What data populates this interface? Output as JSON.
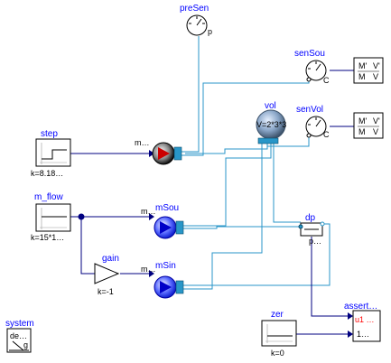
{
  "components": {
    "preSen": {
      "name": "preSen",
      "port": "p"
    },
    "senSou": {
      "name": "senSou",
      "port": "C"
    },
    "vol": {
      "name": "vol",
      "value": "V=2*3*3"
    },
    "senVol": {
      "name": "senVol",
      "port": "C"
    },
    "step": {
      "name": "step",
      "param": "k=8.18…"
    },
    "m_flow": {
      "name": "m_flow",
      "param": "k=15*1…"
    },
    "gain": {
      "name": "gain",
      "param": "k=-1"
    },
    "mSou": {
      "name": "mSou",
      "input": "m…"
    },
    "mSin": {
      "name": "mSin",
      "input": "m…"
    },
    "topSource": {
      "input": "m…"
    },
    "dp": {
      "name": "dp",
      "port": "p…"
    },
    "zer": {
      "name": "zer",
      "param": "k=0"
    },
    "assert": {
      "name": "assert…",
      "u1": "u1 …",
      "u2": "1…"
    },
    "system": {
      "name": "system",
      "text": "de…",
      "g": "g"
    },
    "display1": {
      "top": "M'",
      "left": "M",
      "right": "V",
      "sub": "V'"
    },
    "display2": {
      "top": "M'",
      "left": "M",
      "right": "V",
      "sub": "V'"
    }
  },
  "colors": {
    "fluid": "#2896c8",
    "signal": "#000080",
    "label": "#0000ff",
    "source": "#2233ff"
  }
}
